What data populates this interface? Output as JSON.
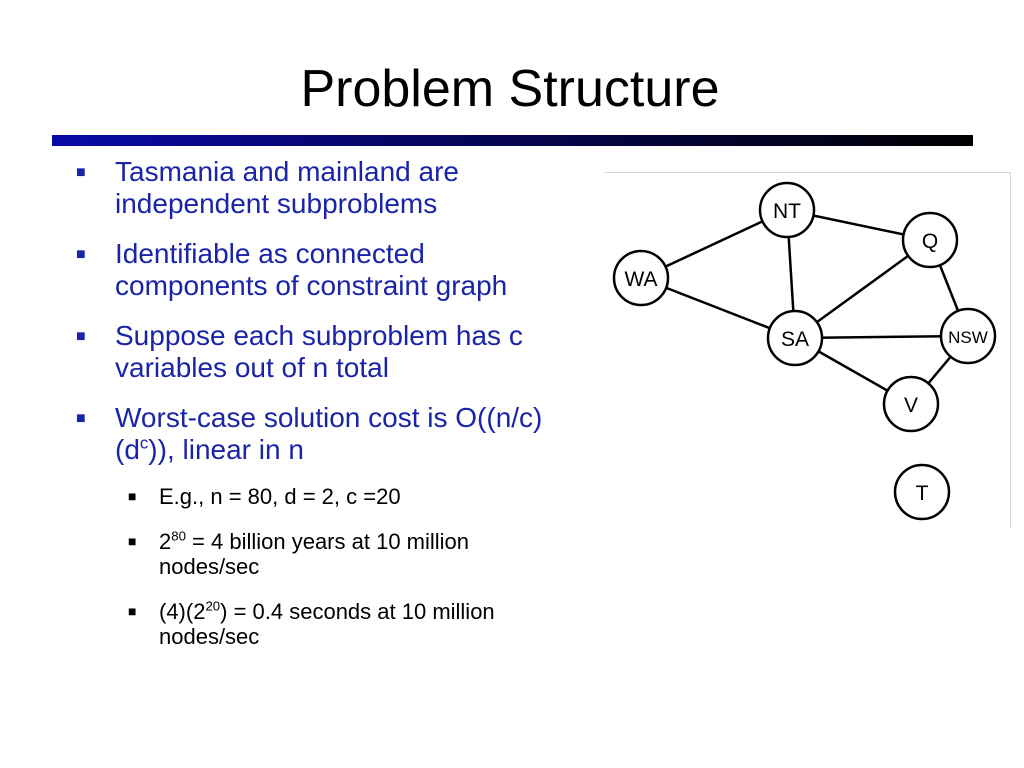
{
  "title": "Problem Structure",
  "bullets": {
    "b1": "Tasmania and mainland are independent subproblems",
    "b2": "Identifiable as connected components of constraint graph",
    "b3": "Suppose each subproblem has c variables out of n total",
    "b4": {
      "pre": "Worst-case solution cost is O((n/c)(d",
      "sup": "c",
      "post": ")), linear in n"
    },
    "s1": "E.g., n = 80, d = 2, c =20",
    "s2": {
      "pre": "2",
      "sup": "80",
      "post": " = 4 billion years at 10 million nodes/sec"
    },
    "s3": {
      "pre": "(4)(2",
      "sup": "20",
      "post": ") = 0.4 seconds at 10 million nodes/sec"
    }
  },
  "graph": {
    "nodes": {
      "nt": "NT",
      "q": "Q",
      "wa": "WA",
      "sa": "SA",
      "nsw": "NSW",
      "v": "V",
      "t": "T"
    }
  },
  "colors": {
    "bullet_text": "#1a24a8",
    "rule_start": "#0a0aa8",
    "rule_end": "#000000"
  }
}
